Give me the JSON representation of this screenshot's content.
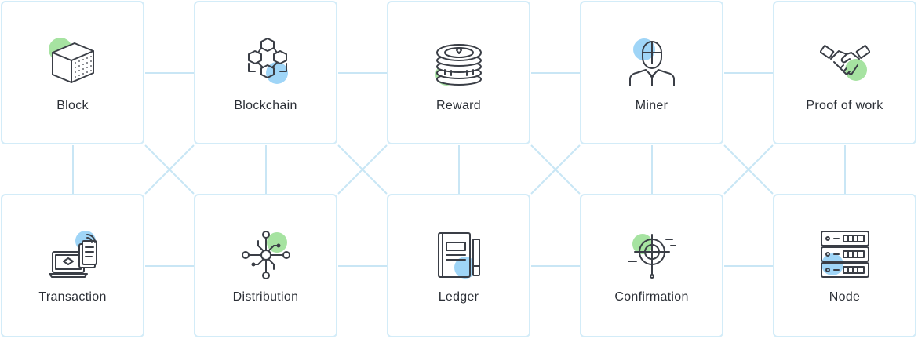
{
  "colors": {
    "border": "#d3ecf8",
    "connector": "#c9e6f5",
    "accent_green": "#a6e3a1",
    "accent_blue": "#9fd5f7",
    "icon_stroke": "#3a3e46",
    "label": "#2b2f36"
  },
  "cards": [
    {
      "label": "Block",
      "icon": "cube-icon"
    },
    {
      "label": "Blockchain",
      "icon": "blockchain-icon"
    },
    {
      "label": "Reward",
      "icon": "coin-stack-icon"
    },
    {
      "label": "Miner",
      "icon": "miner-icon"
    },
    {
      "label": "Proof of work",
      "icon": "handshake-icon"
    },
    {
      "label": "Transaction",
      "icon": "laptop-wallet-icon"
    },
    {
      "label": "Distribution",
      "icon": "network-hub-icon"
    },
    {
      "label": "Ledger",
      "icon": "ledger-book-icon"
    },
    {
      "label": "Confirmation",
      "icon": "target-icon"
    },
    {
      "label": "Node",
      "icon": "server-rack-icon"
    }
  ]
}
